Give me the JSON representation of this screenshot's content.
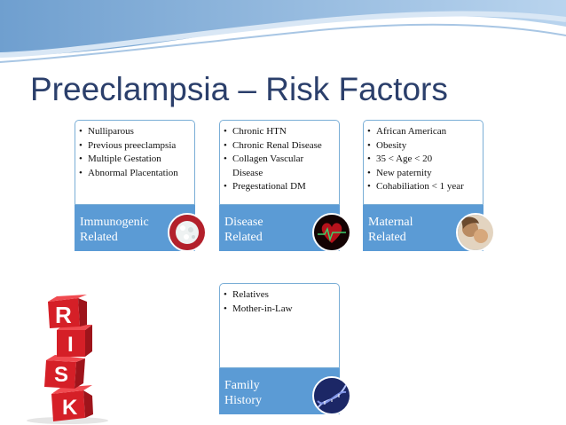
{
  "slide": {
    "title": "Preeclampsia – Risk Factors",
    "cards": [
      {
        "items": [
          "Nulliparous",
          "Previous preeclampsia",
          "Multiple Gestation",
          "Abnormal Placentation"
        ],
        "label_line1": "Immunogenic",
        "label_line2": "Related",
        "icon": "white-cell-icon"
      },
      {
        "items": [
          "Chronic HTN",
          "Chronic Renal Disease",
          "Collagen Vascular Disease",
          "Pregestational DM"
        ],
        "label_line1": "Disease",
        "label_line2": "Related",
        "icon": "heart-icon"
      },
      {
        "items": [
          "African American",
          "Obesity",
          "35 < Age < 20",
          "New paternity",
          "Cohabiliation < 1 year"
        ],
        "label_line1": "Maternal",
        "label_line2": "Related",
        "icon": "mother-child-icon"
      },
      {
        "items": [
          "Relatives",
          "Mother-in-Law"
        ],
        "label_line1": "Family",
        "label_line2": "History",
        "icon": "dna-icon"
      }
    ],
    "risk_image": {
      "letters": [
        "R",
        "I",
        "S",
        "K"
      ],
      "icon": "risk-blocks-icon"
    }
  }
}
